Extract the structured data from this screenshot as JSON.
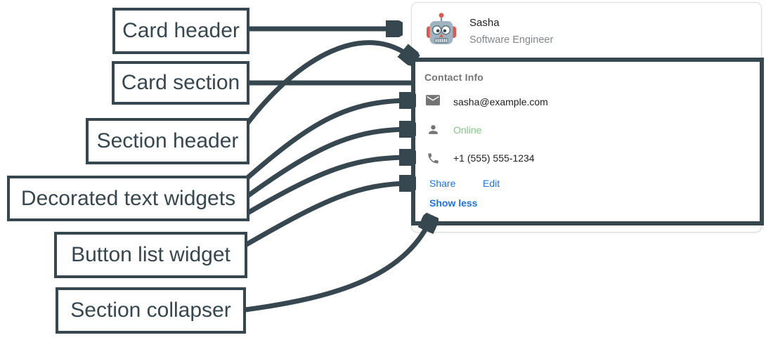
{
  "colors": {
    "annotation": "#37474f",
    "card_border": "#dadce0",
    "text_primary": "#202124",
    "text_secondary": "#80868b",
    "section_header_color": "#757575",
    "link_blue": "#1a73e8",
    "online_green": "#81c784",
    "icon_gray": "#757575"
  },
  "labels": [
    "Card header",
    "Card section",
    "Section header",
    "Decorated text widgets",
    "Button list widget",
    "Section collapser"
  ],
  "card": {
    "header": {
      "avatar_icon": "robot-avatar",
      "name": "Sasha",
      "title": "Software Engineer"
    },
    "section": {
      "header": "Contact Info",
      "rows": [
        {
          "icon": "email-icon",
          "text": "sasha@example.com"
        },
        {
          "icon": "person-icon",
          "text": "Online"
        },
        {
          "icon": "phone-icon",
          "text": "+1 (555) 555-1234"
        }
      ],
      "buttons": [
        "Share",
        "Edit"
      ],
      "collapser": "Show less"
    }
  }
}
